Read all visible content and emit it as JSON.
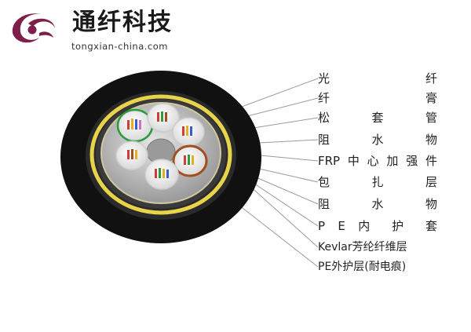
{
  "brand": {
    "name": "通纤科技",
    "url": "tongxian-china.com",
    "logo_icon": "swirl-logo-icon",
    "logo_color": "#7d1f4a"
  },
  "layers": [
    {
      "label": "光 纤"
    },
    {
      "label": "纤 膏"
    },
    {
      "label": "松 套 管"
    },
    {
      "label": "阻 水 物"
    },
    {
      "label": "FRP中心加强件"
    },
    {
      "label": "包 扎 层"
    },
    {
      "label": "阻 水 物"
    },
    {
      "label": "P E 内 护 套"
    },
    {
      "label": "Kevlar芳纶纤维层"
    },
    {
      "label": "PE外护层(耐电痕)"
    }
  ],
  "colors": {
    "outer_sheath": "#111111",
    "kevlar": "#e8d44a",
    "inner_sheath": "#2a2a2a",
    "tube_fill": "#f4f4f4",
    "fiber_colors": [
      "#d33a3a",
      "#2e9a3e",
      "#e0b020",
      "#3a5ad0",
      "#a05020",
      "#d070c0"
    ]
  }
}
